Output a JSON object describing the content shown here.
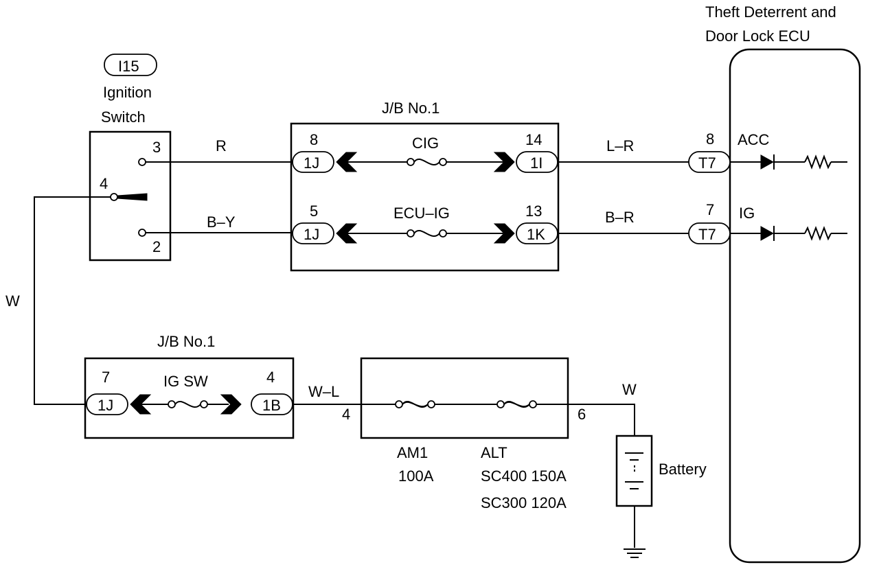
{
  "ecu": {
    "title_line1": "Theft Deterrent and",
    "title_line2": "Door Lock ECU",
    "acc": {
      "pin": "8",
      "connector": "T7",
      "label": "ACC"
    },
    "ig": {
      "pin": "7",
      "connector": "T7",
      "label": "IG"
    }
  },
  "ignition_switch": {
    "code": "I15",
    "name_line1": "Ignition",
    "name_line2": "Switch",
    "pin_3": "3",
    "pin_4": "4",
    "pin_2": "2"
  },
  "jb_upper": {
    "title": "J/B No.1",
    "row1": {
      "left_pin": "8",
      "left_conn": "1J",
      "fuse": "CIG",
      "right_pin": "14",
      "right_conn": "1I"
    },
    "row2": {
      "left_pin": "5",
      "left_conn": "1J",
      "fuse": "ECU–IG",
      "right_pin": "13",
      "right_conn": "1K"
    }
  },
  "jb_lower": {
    "title": "J/B No.1",
    "left_pin": "7",
    "left_conn": "1J",
    "fuse": "IG SW",
    "right_pin": "4",
    "right_conn": "1B"
  },
  "wires": {
    "r": "R",
    "b_y": "B–Y",
    "l_r": "L–R",
    "b_r": "B–R",
    "w_left": "W",
    "w_l": "W–L",
    "w_right": "W"
  },
  "fusible_box": {
    "pin_in": "4",
    "pin_out": "6",
    "am1_name": "AM1",
    "am1_rating": "100A",
    "alt_name": "ALT",
    "alt_sc400": "SC400 150A",
    "alt_sc300": "SC300 120A"
  },
  "battery": {
    "label": "Battery"
  }
}
